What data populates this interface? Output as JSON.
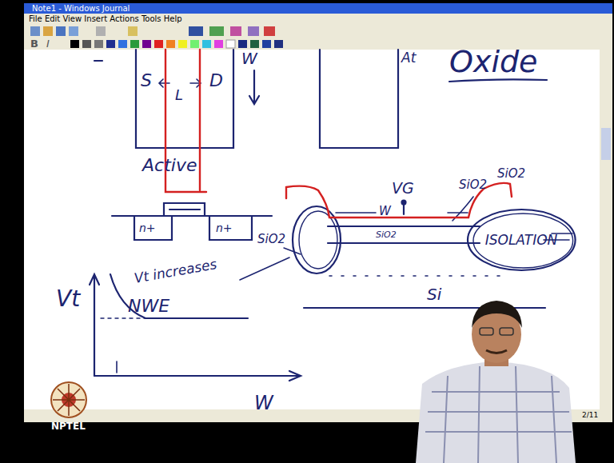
{
  "diagram": {
    "nodes": [
      {
        "text": [
          "ISOLATION"
        ]
      }
    ],
    "labels": [
      "Note1 - Windows Journal",
      "File Edit View Insert Actions Tools Help",
      "B",
      "I",
      "S",
      "L",
      "D",
      "W",
      "At",
      "Oxide",
      "Active",
      "n+",
      "n+",
      "VG",
      "W",
      "SiO2",
      "SiO2",
      "SiO2",
      "SiO2",
      "Si",
      "Vt",
      "Vt increases",
      "NWE",
      "W",
      "NPTEL",
      "2/11"
    ]
  }
}
